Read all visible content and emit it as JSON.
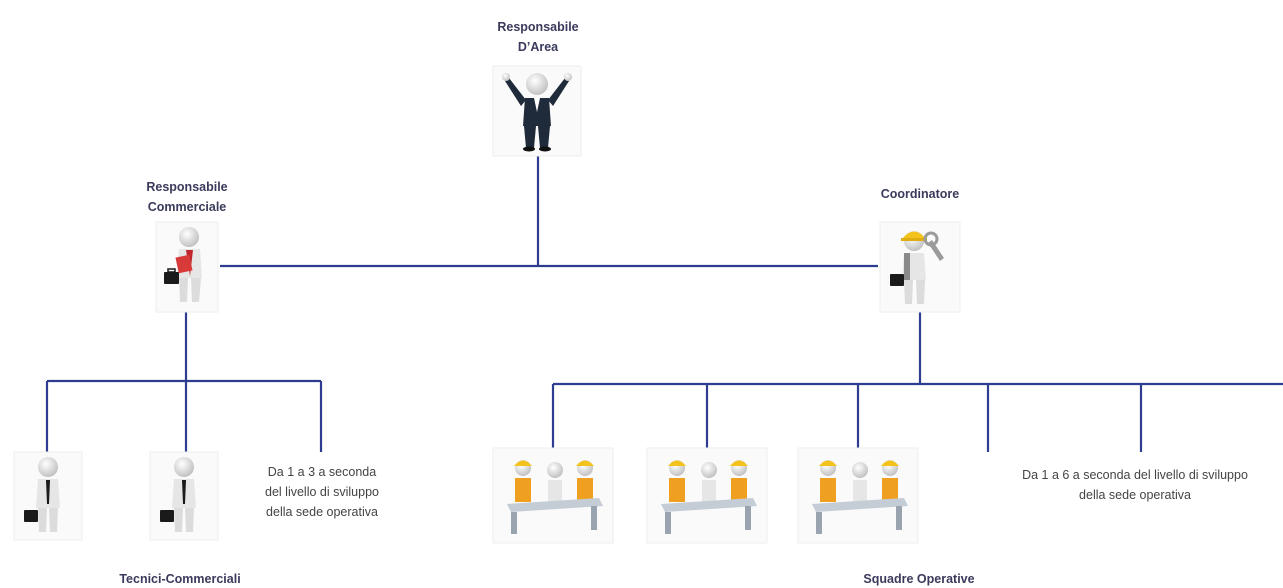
{
  "nodes": {
    "area_manager": {
      "title_line1": "Responsabile",
      "title_line2": "D’Area",
      "icon": "manager-arms-raised-figure"
    },
    "commercial_manager": {
      "title_line1": "Responsabile",
      "title_line2": "Commerciale",
      "icon": "manager-with-briefcase-figure"
    },
    "coordinator": {
      "title": "Coordinatore",
      "icon": "worker-hardhat-wrench-figure"
    }
  },
  "groups": {
    "technical_sales": {
      "label": "Tecnici-Commerciali",
      "note": [
        "Da 1 a 3 a seconda",
        "del livello di sviluppo",
        "della sede operativa"
      ],
      "icon": "businessman-briefcase-figure"
    },
    "operative_teams": {
      "label": "Squadre Operative",
      "note": [
        "Da 1 a 6 a seconda del livello di sviluppo",
        "della sede operativa"
      ],
      "icon": "team-at-desk-figure"
    }
  },
  "colors": {
    "connector": "#2e3d8f",
    "label": "#3a3a5c",
    "suit": "#1f2a3a",
    "hardhat": "#f3c31b",
    "vest": "#f0a020"
  }
}
